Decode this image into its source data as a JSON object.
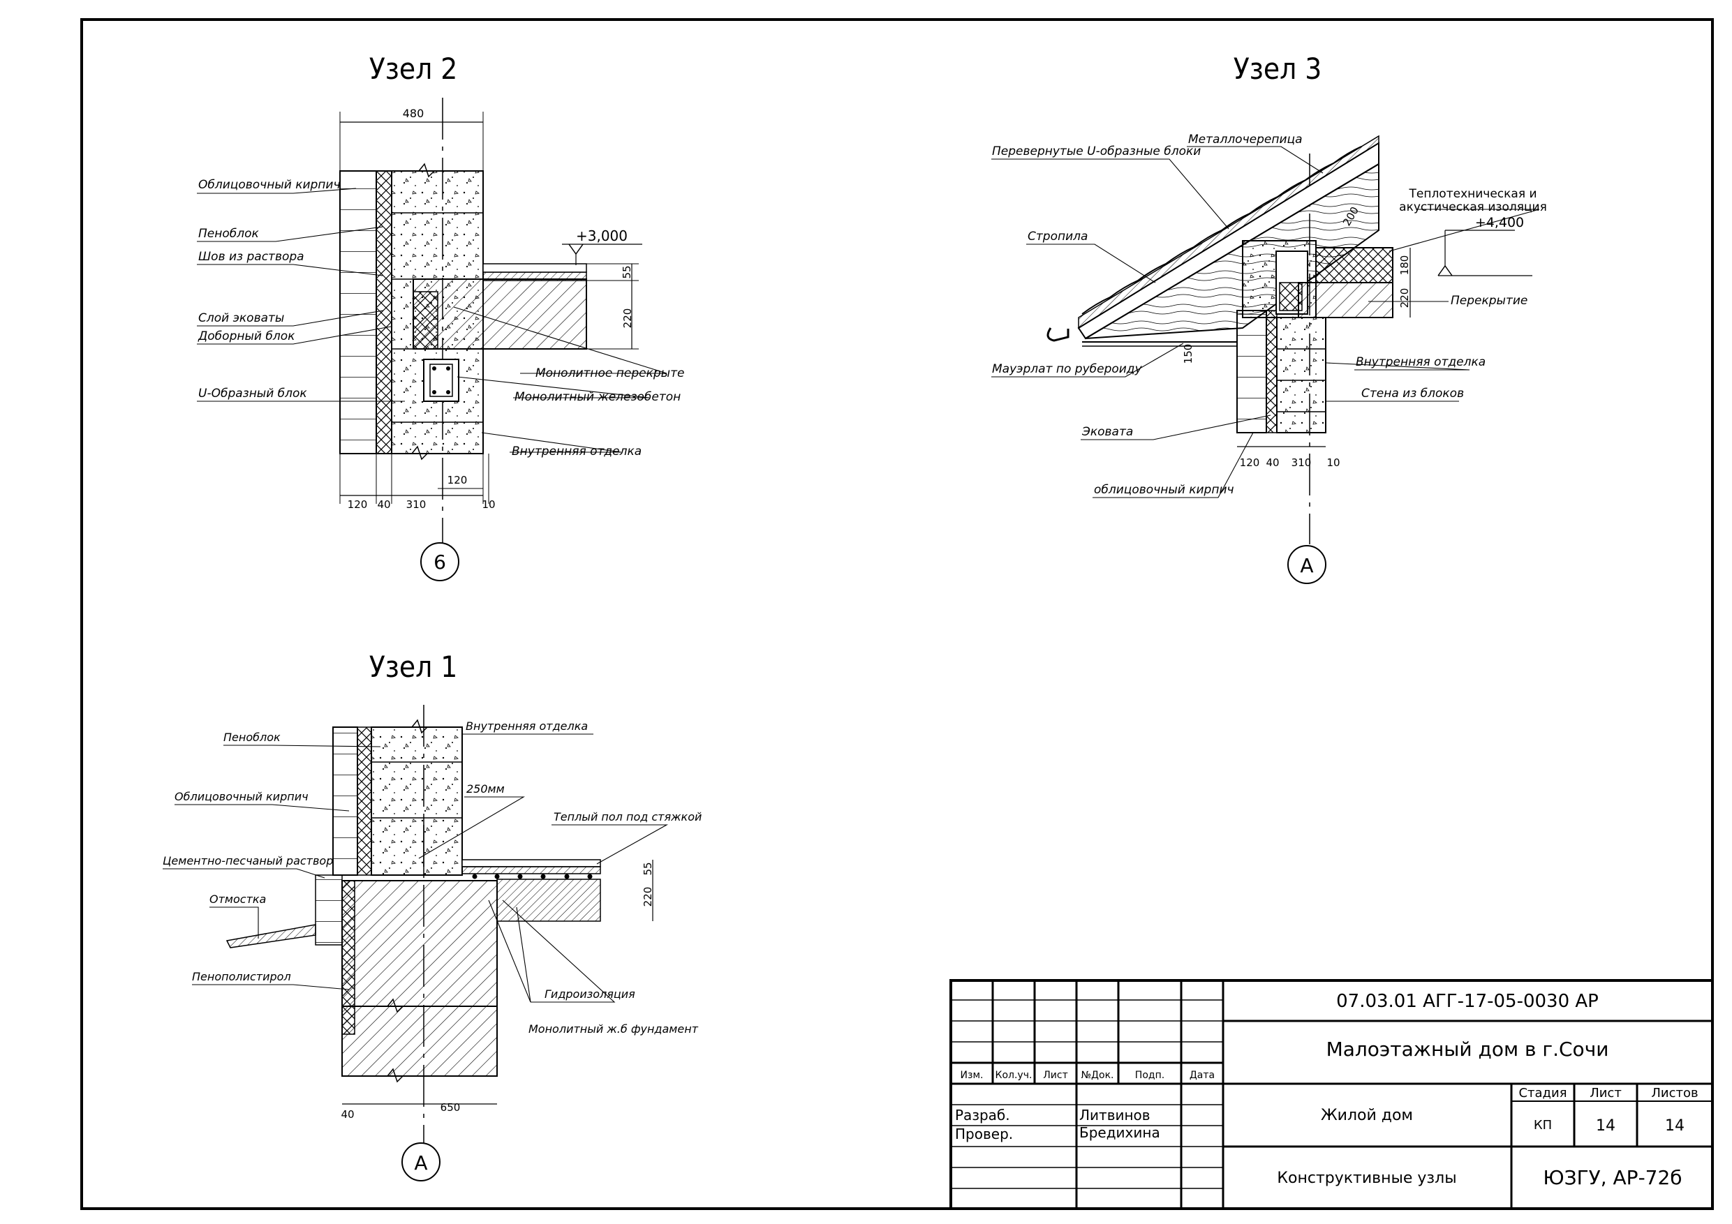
{
  "nodes": {
    "node2": {
      "title": "Узел 2",
      "axis": "6",
      "dim_top": "480",
      "level": "+3,000",
      "dim_v1": "55",
      "dim_v2": "220",
      "dim_120_inner": "120",
      "dims_bottom": [
        "120",
        "40",
        "310",
        "10"
      ],
      "labels_left": [
        "Облицовочный кирпич",
        "Пеноблок",
        "Шов из раствора",
        "Слой эковаты",
        "Доборный блок",
        "U-Образный блок"
      ],
      "labels_right": [
        "Монолитное перекрыте",
        "Монолитный железобетон",
        "Внутренняя отделка"
      ]
    },
    "node3": {
      "title": "Узел 3",
      "axis": "А",
      "labels": [
        "Металлочерепица",
        "Перевернутые U-образные блоки",
        "Теплотехническая и",
        "акустическая изоляция",
        "Стропила",
        "Перекрытие",
        "Мауэрлат по рубероиду",
        "Внутренняя отделка",
        "Стена из блоков",
        "Эковата",
        "облицовочный кирпич"
      ],
      "level": "+4,400",
      "dim_200": "200",
      "dim_180": "180",
      "dim_220": "220",
      "dim_150": "150",
      "dims_bottom": [
        "120",
        "40",
        "310",
        "10"
      ]
    },
    "node1": {
      "title": "Узел 1",
      "axis": "А",
      "labels": [
        "Пеноблок",
        "Облицовочный кирпич",
        "Цементно-песчаный раствор",
        "Отмостка",
        "Пенополистирол",
        "Внутренняя отделка",
        "250мм",
        "Теплый пол под стяжкой",
        "Гидроизоляция",
        "Монолитный ж.б фундамент"
      ],
      "dim_55": "55",
      "dim_220": "220",
      "dims_bottom": [
        "40",
        "650"
      ]
    }
  },
  "title_block": {
    "doc_code": "07.03.01 АГГ-17-05-0030 АР",
    "project": "Малоэтажный дом в г.Сочи",
    "building": "Жилой дом",
    "sheet_title": "Конструктивные узлы",
    "org": "ЮЗГУ, АР-72б",
    "headers": [
      "Изм.",
      "Кол.уч.",
      "Лист",
      "№Док.",
      "Подп.",
      "Дата"
    ],
    "stage_header": "Стадия",
    "sheet_header": "Лист",
    "sheets_header": "Листов",
    "stage": "КП",
    "sheet": "14",
    "sheets": "14",
    "roles": [
      "Разраб.",
      "Провер."
    ],
    "names": [
      "Литвинов",
      "Бредихина"
    ]
  }
}
